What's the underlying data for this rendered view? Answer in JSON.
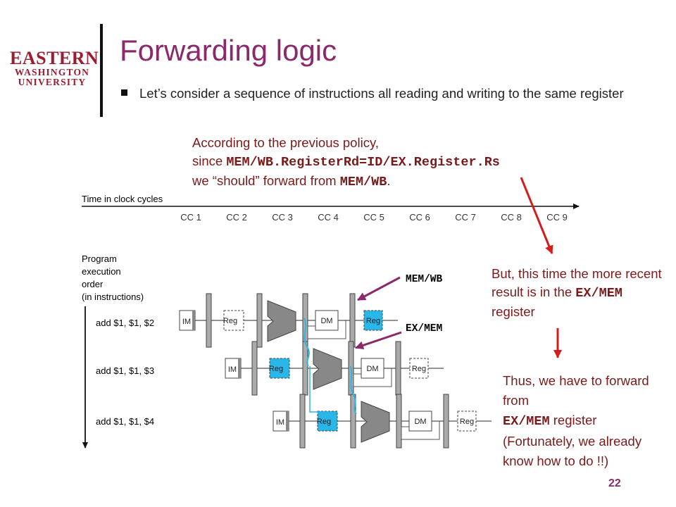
{
  "logo": {
    "line1": "EASTERN",
    "line2": "WASHINGTON",
    "line3": "UNIVERSITY"
  },
  "title": "Forwarding logic",
  "bullet": "Let’s consider a sequence of instructions all reading and writing to the same register",
  "note_top": {
    "line1": "According to the previous policy,",
    "line2_prefix": "since ",
    "line2_code": "MEM/WB.RegisterRd=ID/EX.Register.Rs",
    "line3_prefix": "we “should” forward from ",
    "line3_code": "MEM/WB",
    "line3_suffix": "."
  },
  "note_right": {
    "line1": "But, this time the more recent result is in the",
    "code": "EX/MEM",
    "suffix": " register"
  },
  "note_bottom": {
    "line1": "Thus, we have to forward from",
    "code": "EX/MEM",
    "code_suffix": " register",
    "line3": "(Fortunately, we already know how to do !!)"
  },
  "page_number": "22",
  "diagram": {
    "time_label": "Time in clock cycles",
    "cycles": [
      "CC 1",
      "CC 2",
      "CC 3",
      "CC 4",
      "CC 5",
      "CC 6",
      "CC 7",
      "CC 8",
      "CC 9"
    ],
    "order_label": [
      "Program",
      "execution",
      "order",
      "(in instructions)"
    ],
    "instructions": [
      "add $1, $1, $2",
      "add $1, $1, $3",
      "add $1, $1, $4"
    ],
    "stage_im": "IM",
    "stage_reg": "Reg",
    "stage_dm": "DM",
    "mem_wb_label": "MEM/WB",
    "ex_mem_label": "EX/MEM"
  },
  "colors": {
    "title": "#8a2a6a",
    "note": "#7a1a1a",
    "arrow_red": "#d41c1c",
    "arrow_purple": "#8a2a6a",
    "highlight": "#29b6e8",
    "logo": "#9b1b30"
  }
}
